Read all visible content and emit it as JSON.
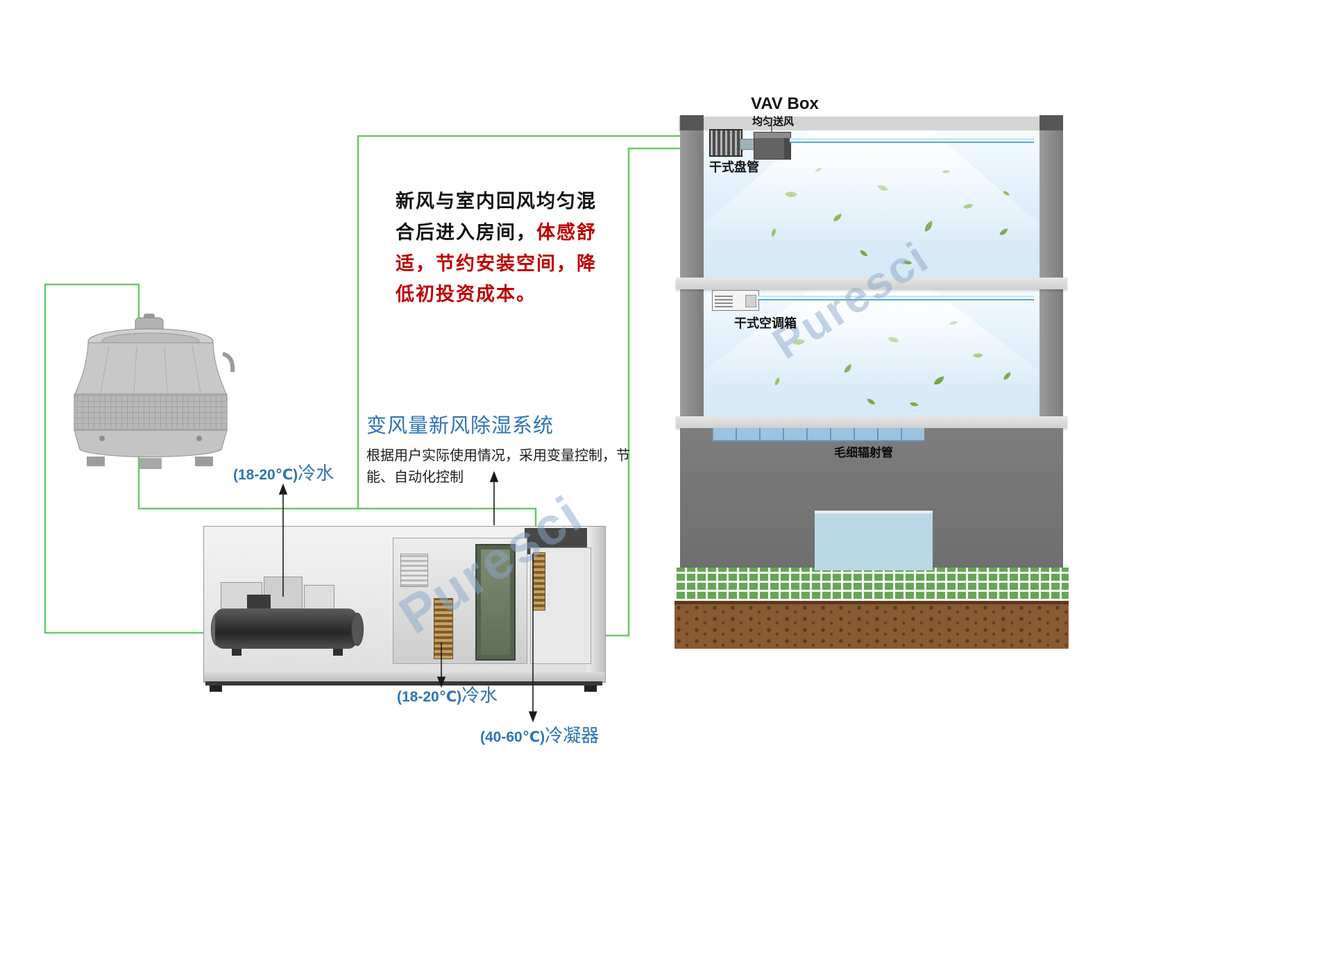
{
  "watermark": "Puresci",
  "colors": {
    "pipe_green": "#68c968",
    "accent_blue": "#2e74b5",
    "highlight_red": "#c00000"
  },
  "building": {
    "vav_box_title": "VAV Box",
    "uniform_supply_label": "均匀送风",
    "dry_coil_label": "干式盘管",
    "dry_ahu_label": "干式空调箱",
    "capillary_label": "毛细辐射管"
  },
  "notes": {
    "mixing_black": "新风与室内回风均匀混合后进入房间，",
    "mixing_red": "体感舒适，节约安装空间，降低初投资成本。",
    "system_title": "变风量新风除湿系统",
    "system_desc": "根据用户实际使用情况，采用变量控制，节能、自动化控制"
  },
  "pipe_labels": {
    "chilled_water_top": {
      "temp": "(18-20℃)",
      "name": "冷水"
    },
    "chilled_water_bottom": {
      "temp": "(18-20℃)",
      "name": "冷水"
    },
    "condenser": {
      "temp": "(40-60℃)",
      "name": "冷凝器"
    }
  }
}
